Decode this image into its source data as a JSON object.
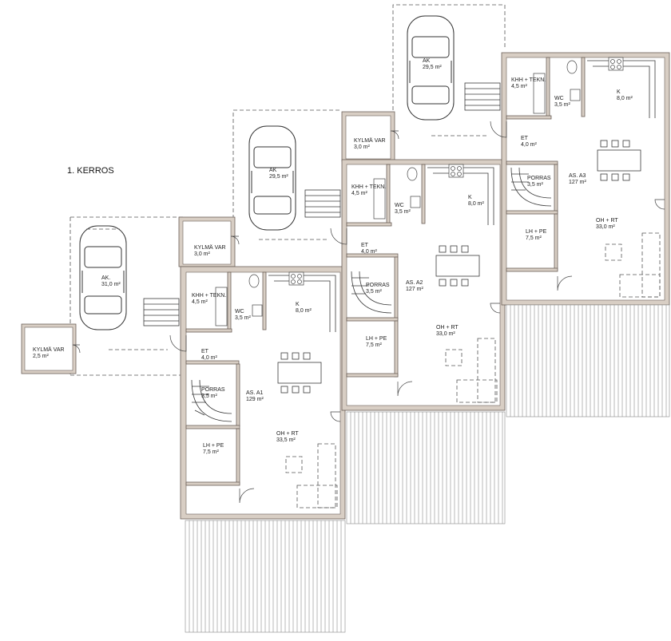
{
  "title": "1. KERROS",
  "units": [
    {
      "id": "A1",
      "rooms": {
        "kylma_var": {
          "name": "KYLMÄ VAR",
          "area": "3,0 m²"
        },
        "ak": {
          "name": "AK",
          "area": "29,5 m²"
        },
        "khh": {
          "name": "KHH + TEKN.",
          "area": "4,5 m²"
        },
        "wc": {
          "name": "WC",
          "area": "3,5 m²"
        },
        "k": {
          "name": "K",
          "area": "8,0 m²"
        },
        "et": {
          "name": "ET",
          "area": "4,0 m²"
        },
        "porras": {
          "name": "PORRAS",
          "area": "3,5 m²"
        },
        "as": {
          "name": "AS. A1",
          "area": "129 m²"
        },
        "oh": {
          "name": "OH + RT",
          "area": "33,5 m²"
        },
        "lh": {
          "name": "LH + PE",
          "area": "7,5 m²"
        }
      }
    },
    {
      "id": "A2",
      "rooms": {
        "kylma_var": {
          "name": "KYLMÄ VAR",
          "area": "3,0 m²"
        },
        "ak": {
          "name": "AK",
          "area": "29,5 m²"
        },
        "khh": {
          "name": "KHH + TEKN.",
          "area": "4,5 m²"
        },
        "wc": {
          "name": "WC",
          "area": "3,5 m²"
        },
        "k": {
          "name": "K",
          "area": "8,0 m²"
        },
        "et": {
          "name": "ET",
          "area": "4,0 m²"
        },
        "porras": {
          "name": "PORRAS",
          "area": "3,5 m²"
        },
        "as": {
          "name": "AS. A2",
          "area": "127 m²"
        },
        "oh": {
          "name": "OH + RT",
          "area": "33,0 m²"
        },
        "lh": {
          "name": "LH + PE",
          "area": "7,5 m²"
        }
      }
    },
    {
      "id": "A3",
      "rooms": {
        "khh": {
          "name": "KHH + TEKN.",
          "area": "4,5 m²"
        },
        "wc": {
          "name": "WC",
          "area": "3,5 m²"
        },
        "k": {
          "name": "K",
          "area": "8,0 m²"
        },
        "et": {
          "name": "ET",
          "area": "4,0 m²"
        },
        "porras": {
          "name": "PORRAS",
          "area": "3,5 m²"
        },
        "as": {
          "name": "AS. A3",
          "area": "127 m²"
        },
        "oh": {
          "name": "OH + RT",
          "area": "33,0 m²"
        },
        "lh": {
          "name": "LH + PE",
          "area": "7,5 m²"
        }
      }
    }
  ],
  "extra": {
    "kylma_var_left": {
      "name": "KYLMÄ VAR",
      "area": "2,5 m²"
    },
    "ak_left": {
      "name": "AK.",
      "area": "31,0 m²"
    }
  }
}
